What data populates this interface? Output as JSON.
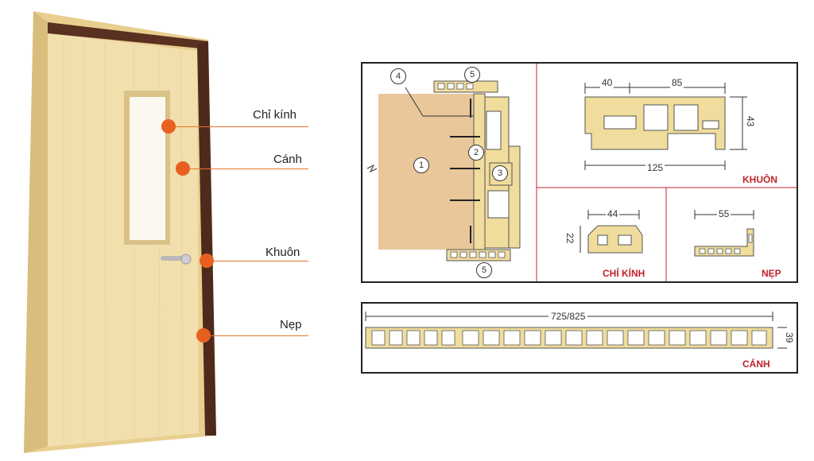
{
  "labels": {
    "chi_kinh": "Chỉ kính",
    "canh": "Cánh",
    "khuon": "Khuôn",
    "nep": "Nẹp"
  },
  "diagram": {
    "section_numbers": [
      "4",
      "5",
      "1",
      "2",
      "3",
      "5"
    ],
    "khuon": {
      "title": "KHUÔN",
      "dim_40": "40",
      "dim_85": "85",
      "dim_125": "125",
      "dim_43": "43"
    },
    "chi_kinh": {
      "title": "CHỈ KÍNH",
      "dim_44": "44",
      "dim_22": "22"
    },
    "nep": {
      "title": "NẸP",
      "dim_55": "55"
    },
    "canh": {
      "title": "CÁNH",
      "dim_width": "725/825",
      "dim_39": "39"
    }
  },
  "colors": {
    "door": "#f2dfae",
    "frame": "#5a3020",
    "accent": "#e8601f",
    "profile": "#f0dc9c",
    "red_label": "#c0232b"
  }
}
